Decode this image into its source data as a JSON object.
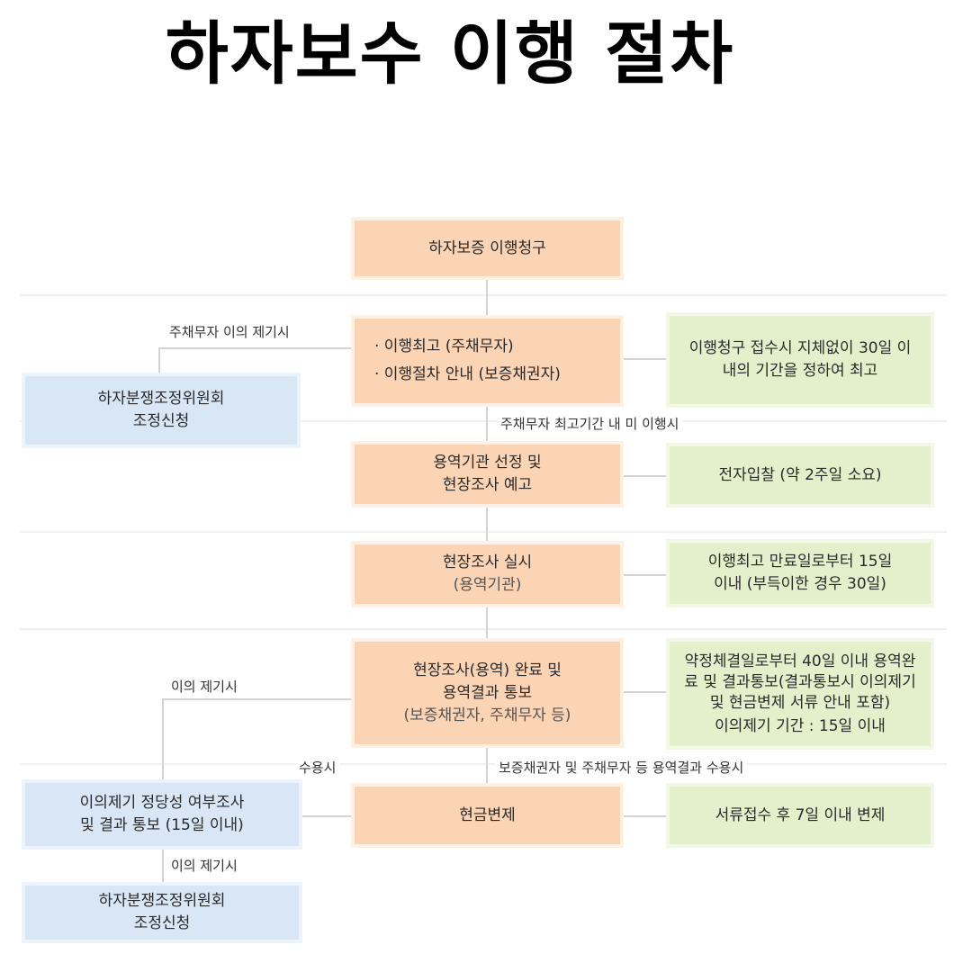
{
  "title": "하자보수 이행 절차",
  "steps": {
    "claim": "하자보증 이행청구",
    "notice_1": "· 이행최고 (주채무자)",
    "notice_2": "· 이행절차 안내 (보증채권자)",
    "agency_1": "용역기관 선정 및",
    "agency_2": "현장조사 예고",
    "survey_1": "현장조사 실시",
    "survey_2": "(용역기관)",
    "complete_1": "현장조사(용역) 완료 및",
    "complete_2": "용역결과 통보",
    "complete_3": "(보증채권자, 주채무자 등)",
    "cash": "현금변제"
  },
  "notes": {
    "n1": "이행청구 접수시 지체없이 30일 이내의 기간을 정하여 최고",
    "n2": "전자입찰 (약 2주일 소요)",
    "n3_1": "이행최고 만료일로부터 15일",
    "n3_2": "이내 (부득이한 경우 30일)",
    "n4_1": "약정체결일로부터 40일 이내 용역완료 및 결과통보(결과통보시 이의제기 및 현금변제 서류 안내 포함)",
    "n4_2": "이의제기 기간 : 15일 이내",
    "n5": "서류접수 후 7일 이내 변제"
  },
  "side": {
    "committee_1": "하자분쟁조정위원회",
    "committee_2": "조정신청",
    "review_1": "이의제기 정당성 여부조사",
    "review_2": "및 결과 통보 (15일 이내)",
    "committee2_1": "하자분쟁조정위원회",
    "committee2_2": "조정신청"
  },
  "labels": {
    "objection_debtor": "주채무자 이의 제기시",
    "not_performed": "주채무자 최고기간 내 미 이행시",
    "objection_1": "이의 제기시",
    "accepted": "수용시",
    "all_accept": "보증채권자 및 주채무자 등 용역결과 수용시",
    "objection_2": "이의 제기시"
  }
}
